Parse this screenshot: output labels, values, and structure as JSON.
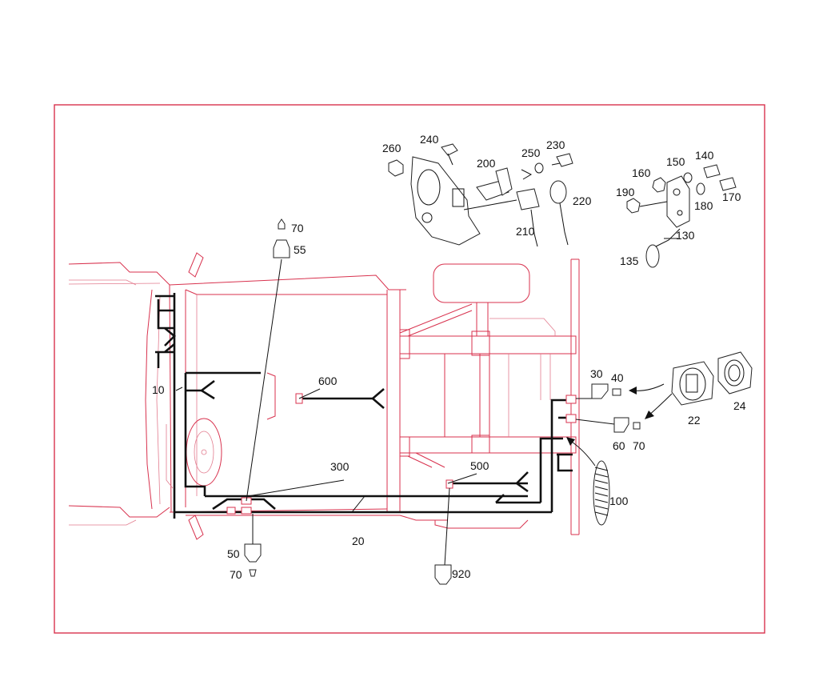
{
  "diagram": {
    "colors": {
      "frame": "#d8324e",
      "vehicle": "#d8324e",
      "wire": "#111111",
      "label": "#111111"
    },
    "labels": {
      "l260": "260",
      "l240": "240",
      "l250": "250",
      "l230": "230",
      "l200": "200",
      "l220": "220",
      "l210": "210",
      "l140": "140",
      "l150": "150",
      "l160": "160",
      "l190": "190",
      "l170": "170",
      "l180": "180",
      "l130": "130",
      "l135": "135",
      "l70a": "70",
      "l55": "55",
      "l600": "600",
      "l10": "10",
      "l30": "30",
      "l40": "40",
      "l22": "22",
      "l24": "24",
      "l60": "60",
      "l70b": "70",
      "l300": "300",
      "l500": "500",
      "l100": "100",
      "l20": "20",
      "l50": "50",
      "l70c": "70",
      "l920": "920"
    }
  }
}
